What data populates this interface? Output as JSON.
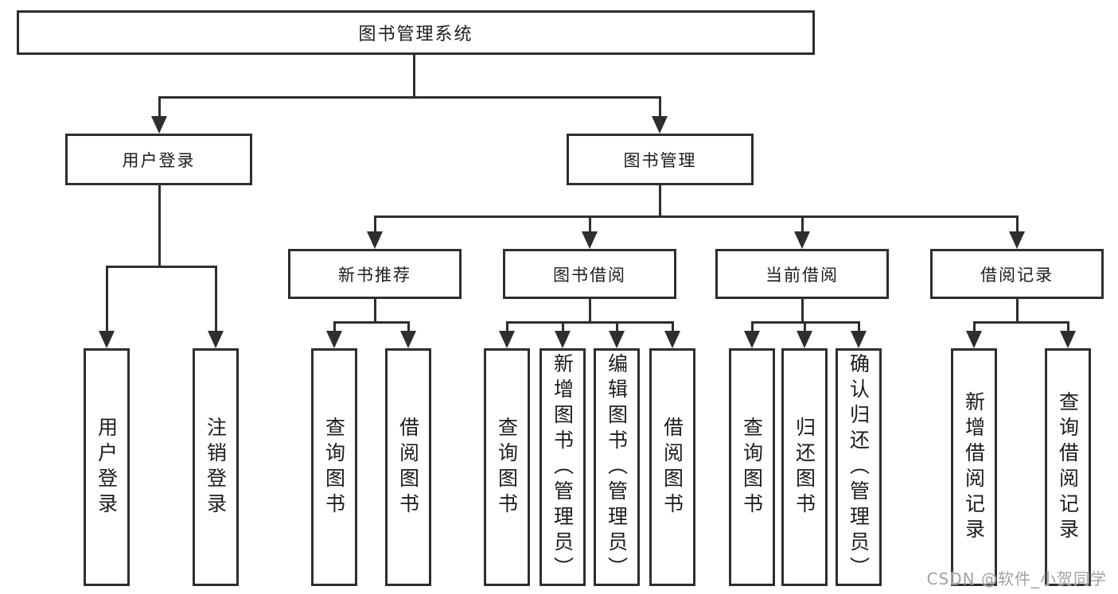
{
  "diagram_type": "hierarchy-tree",
  "colors": {
    "background": "#ffffff",
    "line": "#2e2e2e",
    "box_border": "#2e2e2e",
    "text": "#1c1c1c",
    "watermark": "#a2a2a2"
  },
  "tree": {
    "root": {
      "label": "图书管理系统",
      "children": [
        {
          "label": "用户登录",
          "children": [
            {
              "label": "用户登录"
            },
            {
              "label": "注销登录"
            }
          ]
        },
        {
          "label": "图书管理",
          "children": [
            {
              "label": "新书推荐",
              "children": [
                {
                  "label": "查询图书"
                },
                {
                  "label": "借阅图书"
                }
              ]
            },
            {
              "label": "图书借阅",
              "children": [
                {
                  "label": "查询图书"
                },
                {
                  "label": "新增图书（管理员）"
                },
                {
                  "label": "编辑图书（管理员）"
                },
                {
                  "label": "借阅图书"
                }
              ]
            },
            {
              "label": "当前借阅",
              "children": [
                {
                  "label": "查询图书"
                },
                {
                  "label": "归还图书"
                },
                {
                  "label": "确认归还（管理员）"
                }
              ]
            },
            {
              "label": "借阅记录",
              "children": [
                {
                  "label": "新增借阅记录"
                },
                {
                  "label": "查询借阅记录"
                }
              ]
            }
          ]
        }
      ]
    }
  },
  "watermark": {
    "text": "CSDN @软件_小贺同学"
  }
}
